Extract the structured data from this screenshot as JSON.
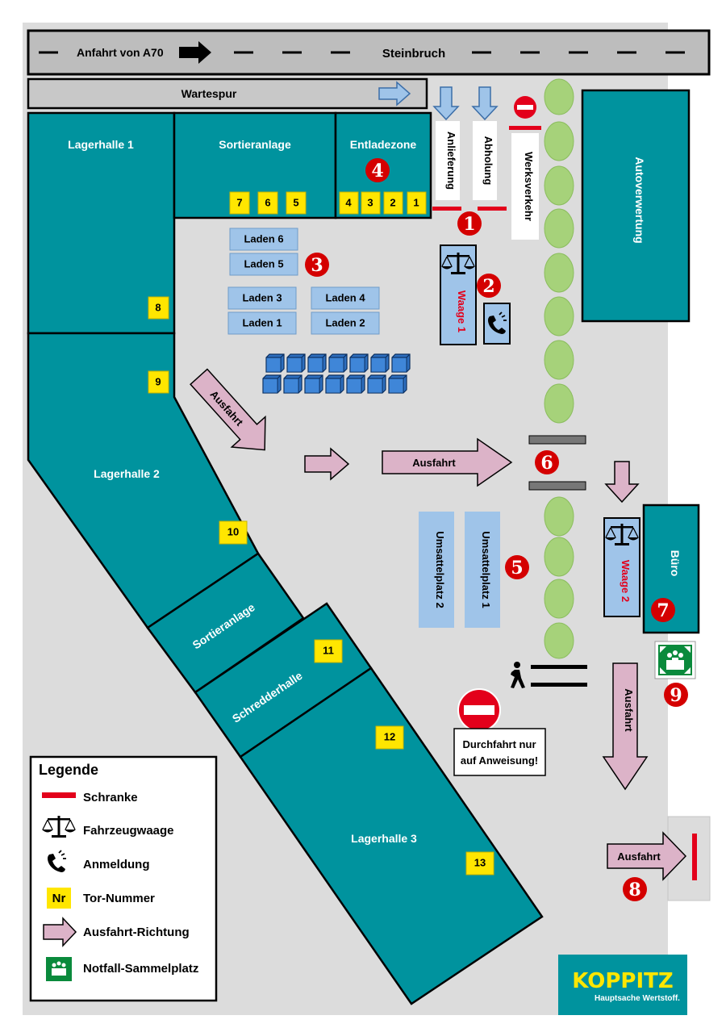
{
  "road": {
    "left": "Anfahrt von A70",
    "center": "Steinbruch"
  },
  "wartespur": "Wartespur",
  "buildings": {
    "lagerhalle1": "Lagerhalle 1",
    "sortieranlage_top": "Sortieranlage",
    "entladezone": "Entladezone",
    "lagerhalle2": "Lagerhalle 2",
    "sortieranlage_bottom": "Sortieranlage",
    "schredderhalle": "Schredderhalle",
    "lagerhalle3": "Lagerhalle 3",
    "autoverwertung": "Autoverwertung",
    "buero": "Büro"
  },
  "lanes": {
    "anlieferung": "Anlieferung",
    "abholung": "Abholung",
    "werksverkehr": "Werksverkehr"
  },
  "shops": [
    "Laden 6",
    "Laden 5",
    "Laden 3",
    "Laden 4",
    "Laden 1",
    "Laden 2"
  ],
  "scales": {
    "waage1": "Waage 1",
    "waage2": "Waage 2"
  },
  "umsatteln": [
    "Umsattelplatz 2",
    "Umsattelplatz 1"
  ],
  "tore": [
    "1",
    "2",
    "3",
    "4",
    "5",
    "6",
    "7",
    "8",
    "9",
    "10",
    "11",
    "12",
    "13"
  ],
  "badges": [
    "1",
    "2",
    "3",
    "4",
    "5",
    "6",
    "7",
    "8",
    "9"
  ],
  "ausfahrt": "Ausfahrt",
  "notice": {
    "line1": "Durchfahrt nur",
    "line2": "auf Anweisung!"
  },
  "legend": {
    "title": "Legende",
    "items": [
      "Schranke",
      "Fahrzeugwaage",
      "Anmeldung",
      "Tor-Nummer",
      "Ausfahrt-Richtung",
      "Notfall-Sammelplatz"
    ],
    "tor_sample": "Nr"
  },
  "brand": {
    "name": "KOPPITZ",
    "tagline": "Hauptsache Wertstoff."
  },
  "colors": {
    "teal": "#00939e",
    "ground": "#dcdcdc",
    "shop_blue": "#9fc4e9",
    "arrow_pink": "#dcb3c8",
    "tor_yellow": "#ffe600",
    "badge_red": "#d40000",
    "barrier_red": "#e3001b"
  },
  "icons": [
    "scale-icon",
    "phone-icon",
    "no-entry-icon",
    "pedestrian-icon",
    "assembly-point-icon",
    "arrow-right-icon"
  ]
}
